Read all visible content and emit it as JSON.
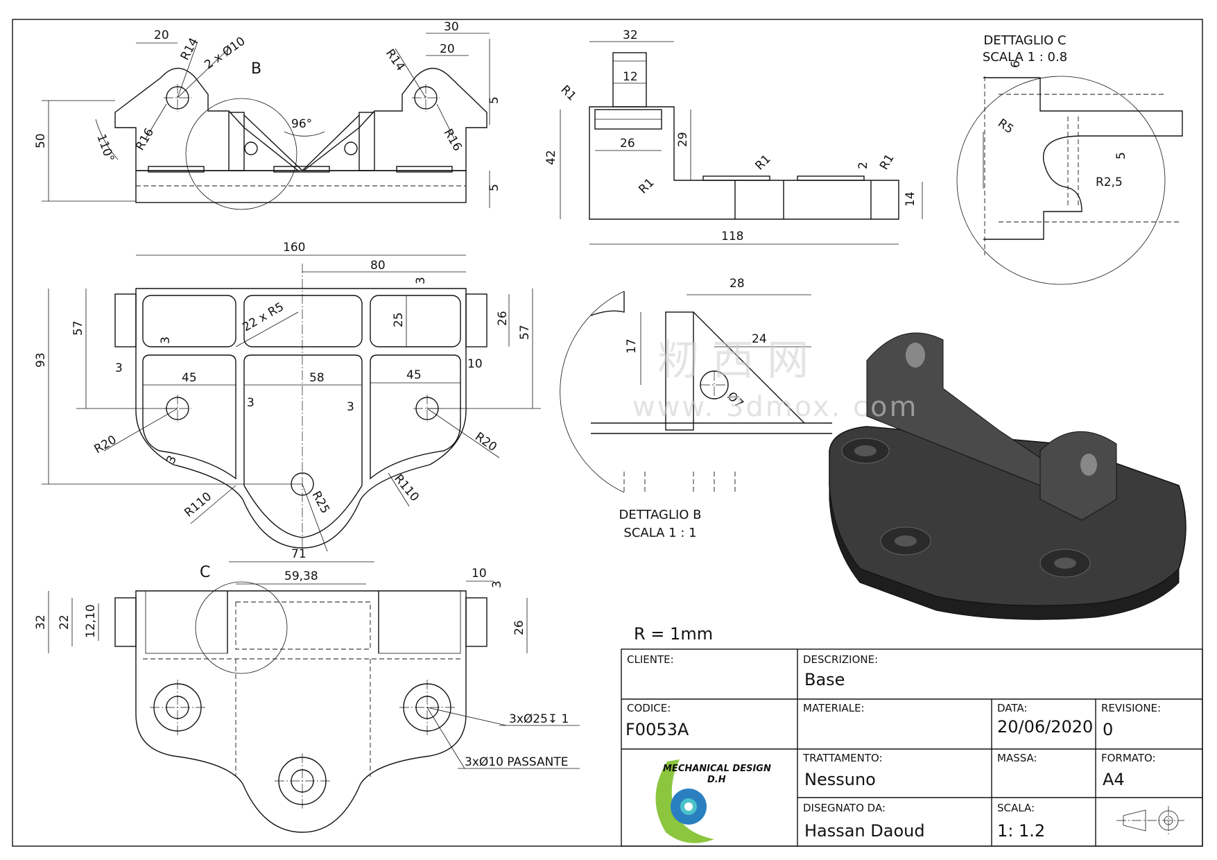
{
  "note_radius": "R = 1mm",
  "detail_c": {
    "title": "DETTAGLIO C",
    "scale": "SCALA 1 : 0.8"
  },
  "detail_b": {
    "title": "DETTAGLIO B",
    "scale": "SCALA 1 : 1"
  },
  "callouts": {
    "detail_b": "B",
    "detail_c": "C"
  },
  "holes": {
    "counterbore": "3xØ25↧ 1",
    "through": "3xØ10 PASSANTE"
  },
  "dims": {
    "front": [
      "20",
      "R14",
      "2 x Ø10",
      "30",
      "20",
      "R14",
      "5",
      "50",
      "110°",
      "96°",
      "R16",
      "R16",
      "5"
    ],
    "side": [
      "32",
      "12",
      "R1",
      "42",
      "29",
      "26",
      "R1",
      "R1",
      "2",
      "R1",
      "14",
      "118"
    ],
    "top": [
      "160",
      "80",
      "3",
      "93",
      "57",
      "25",
      "26",
      "57",
      "22 x R5",
      "3",
      "3",
      "45",
      "58",
      "45",
      "10",
      "3",
      "3",
      "R20",
      "R20",
      "3",
      "R110",
      "R110",
      "R25"
    ],
    "bottom": [
      "71",
      "59,38",
      "10",
      "3",
      "32",
      "22",
      "12,10",
      "26"
    ],
    "detail_c": [
      "6",
      "R5",
      "5",
      "R2,5"
    ],
    "detail_b": [
      "28",
      "24",
      "17",
      "Ø7"
    ]
  },
  "watermark": {
    "cn": "籾 西 网",
    "url": "www. 3dmox. com"
  },
  "logo": {
    "line1": "MECHANICAL DESIGN",
    "line2": "D.H"
  },
  "title_block": {
    "cliente_label": "CLIENTE:",
    "cliente_value": "",
    "descrizione_label": "DESCRIZIONE:",
    "descrizione_value": "Base",
    "codice_label": "CODICE:",
    "codice_value": "F0053A",
    "materiale_label": "MATERIALE:",
    "materiale_value": "",
    "data_label": "DATA:",
    "data_value": "20/06/2020",
    "revisione_label": "REVISIONE:",
    "revisione_value": "0",
    "trattamento_label": "TRATTAMENTO:",
    "trattamento_value": "Nessuno",
    "massa_label": "MASSA:",
    "massa_value": "",
    "formato_label": "FORMATO:",
    "formato_value": "A4",
    "disegnato_label": "DISEGNATO DA:",
    "disegnato_value": "Hassan Daoud",
    "scala_label": "SCALA:",
    "scala_value": "1: 1.2"
  }
}
